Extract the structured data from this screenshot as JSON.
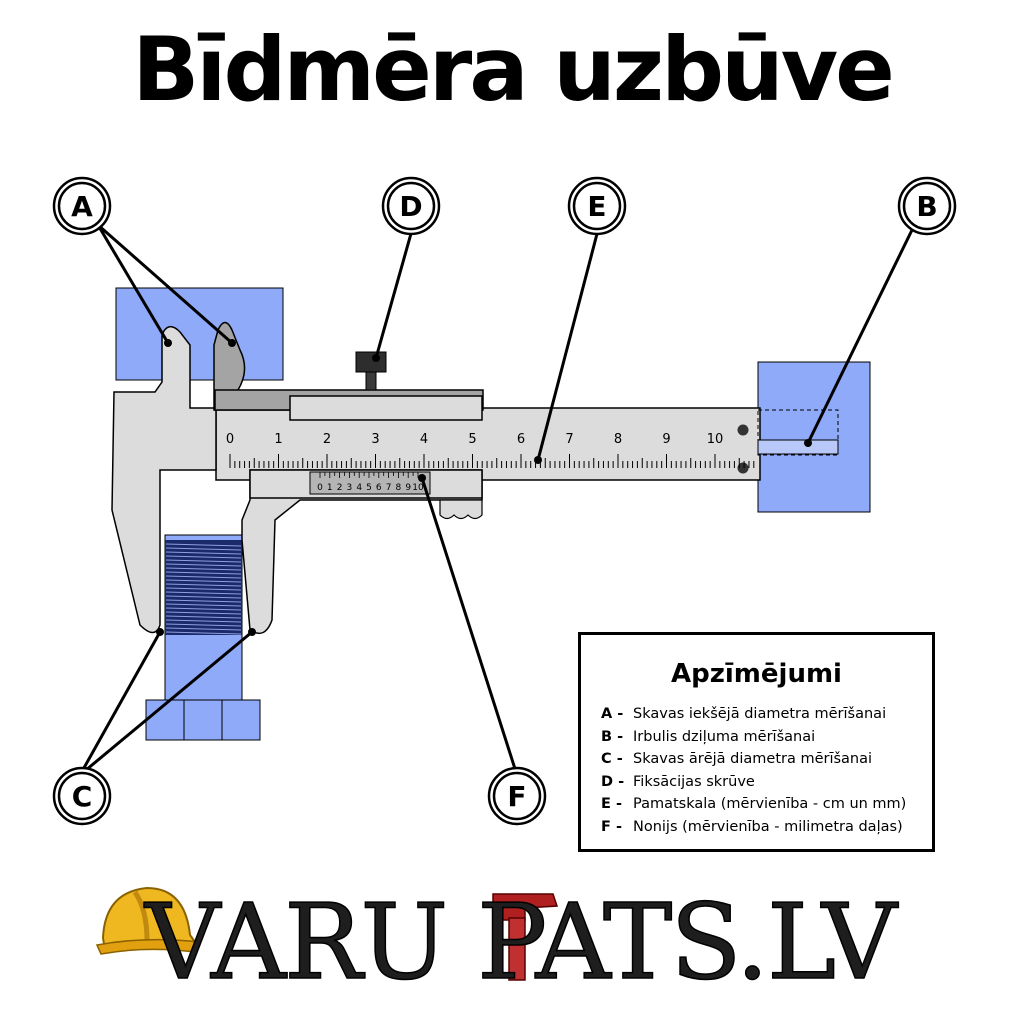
{
  "title": "Bīdmēra uzbūve",
  "callouts": [
    "A",
    "B",
    "C",
    "D",
    "E",
    "F"
  ],
  "main_scale": {
    "labels": [
      "0",
      "1",
      "2",
      "3",
      "4",
      "5",
      "6",
      "7",
      "8",
      "9",
      "10"
    ]
  },
  "vernier_scale": {
    "labels": [
      "0",
      "1",
      "2",
      "3",
      "4",
      "5",
      "6",
      "7",
      "8",
      "9",
      "10"
    ]
  },
  "legend": {
    "title": "Apzīmējumi",
    "items": [
      {
        "key": "A",
        "sep": "-",
        "text": "Skavas iekšējā diametra mērīšanai"
      },
      {
        "key": "B",
        "sep": "-",
        "text": "Irbulis dziļuma mērīšanai"
      },
      {
        "key": "C",
        "sep": "-",
        "text": "Skavas ārējā diametra mērīšanai"
      },
      {
        "key": "D",
        "sep": "-",
        "text": "Fiksācijas skrūve"
      },
      {
        "key": "E",
        "sep": "-",
        "text": "Pamatskala (mērvienība - cm un mm)"
      },
      {
        "key": "F",
        "sep": "-",
        "text": "Nonijs (mērvienība - milimetra daļas)"
      }
    ]
  },
  "logo": {
    "text": "VARU PATS.LV"
  },
  "colors": {
    "highlight": "#8eaaf8",
    "body": "#dcdcdc",
    "dark": "#a4a4a4",
    "outline": "#000000"
  }
}
